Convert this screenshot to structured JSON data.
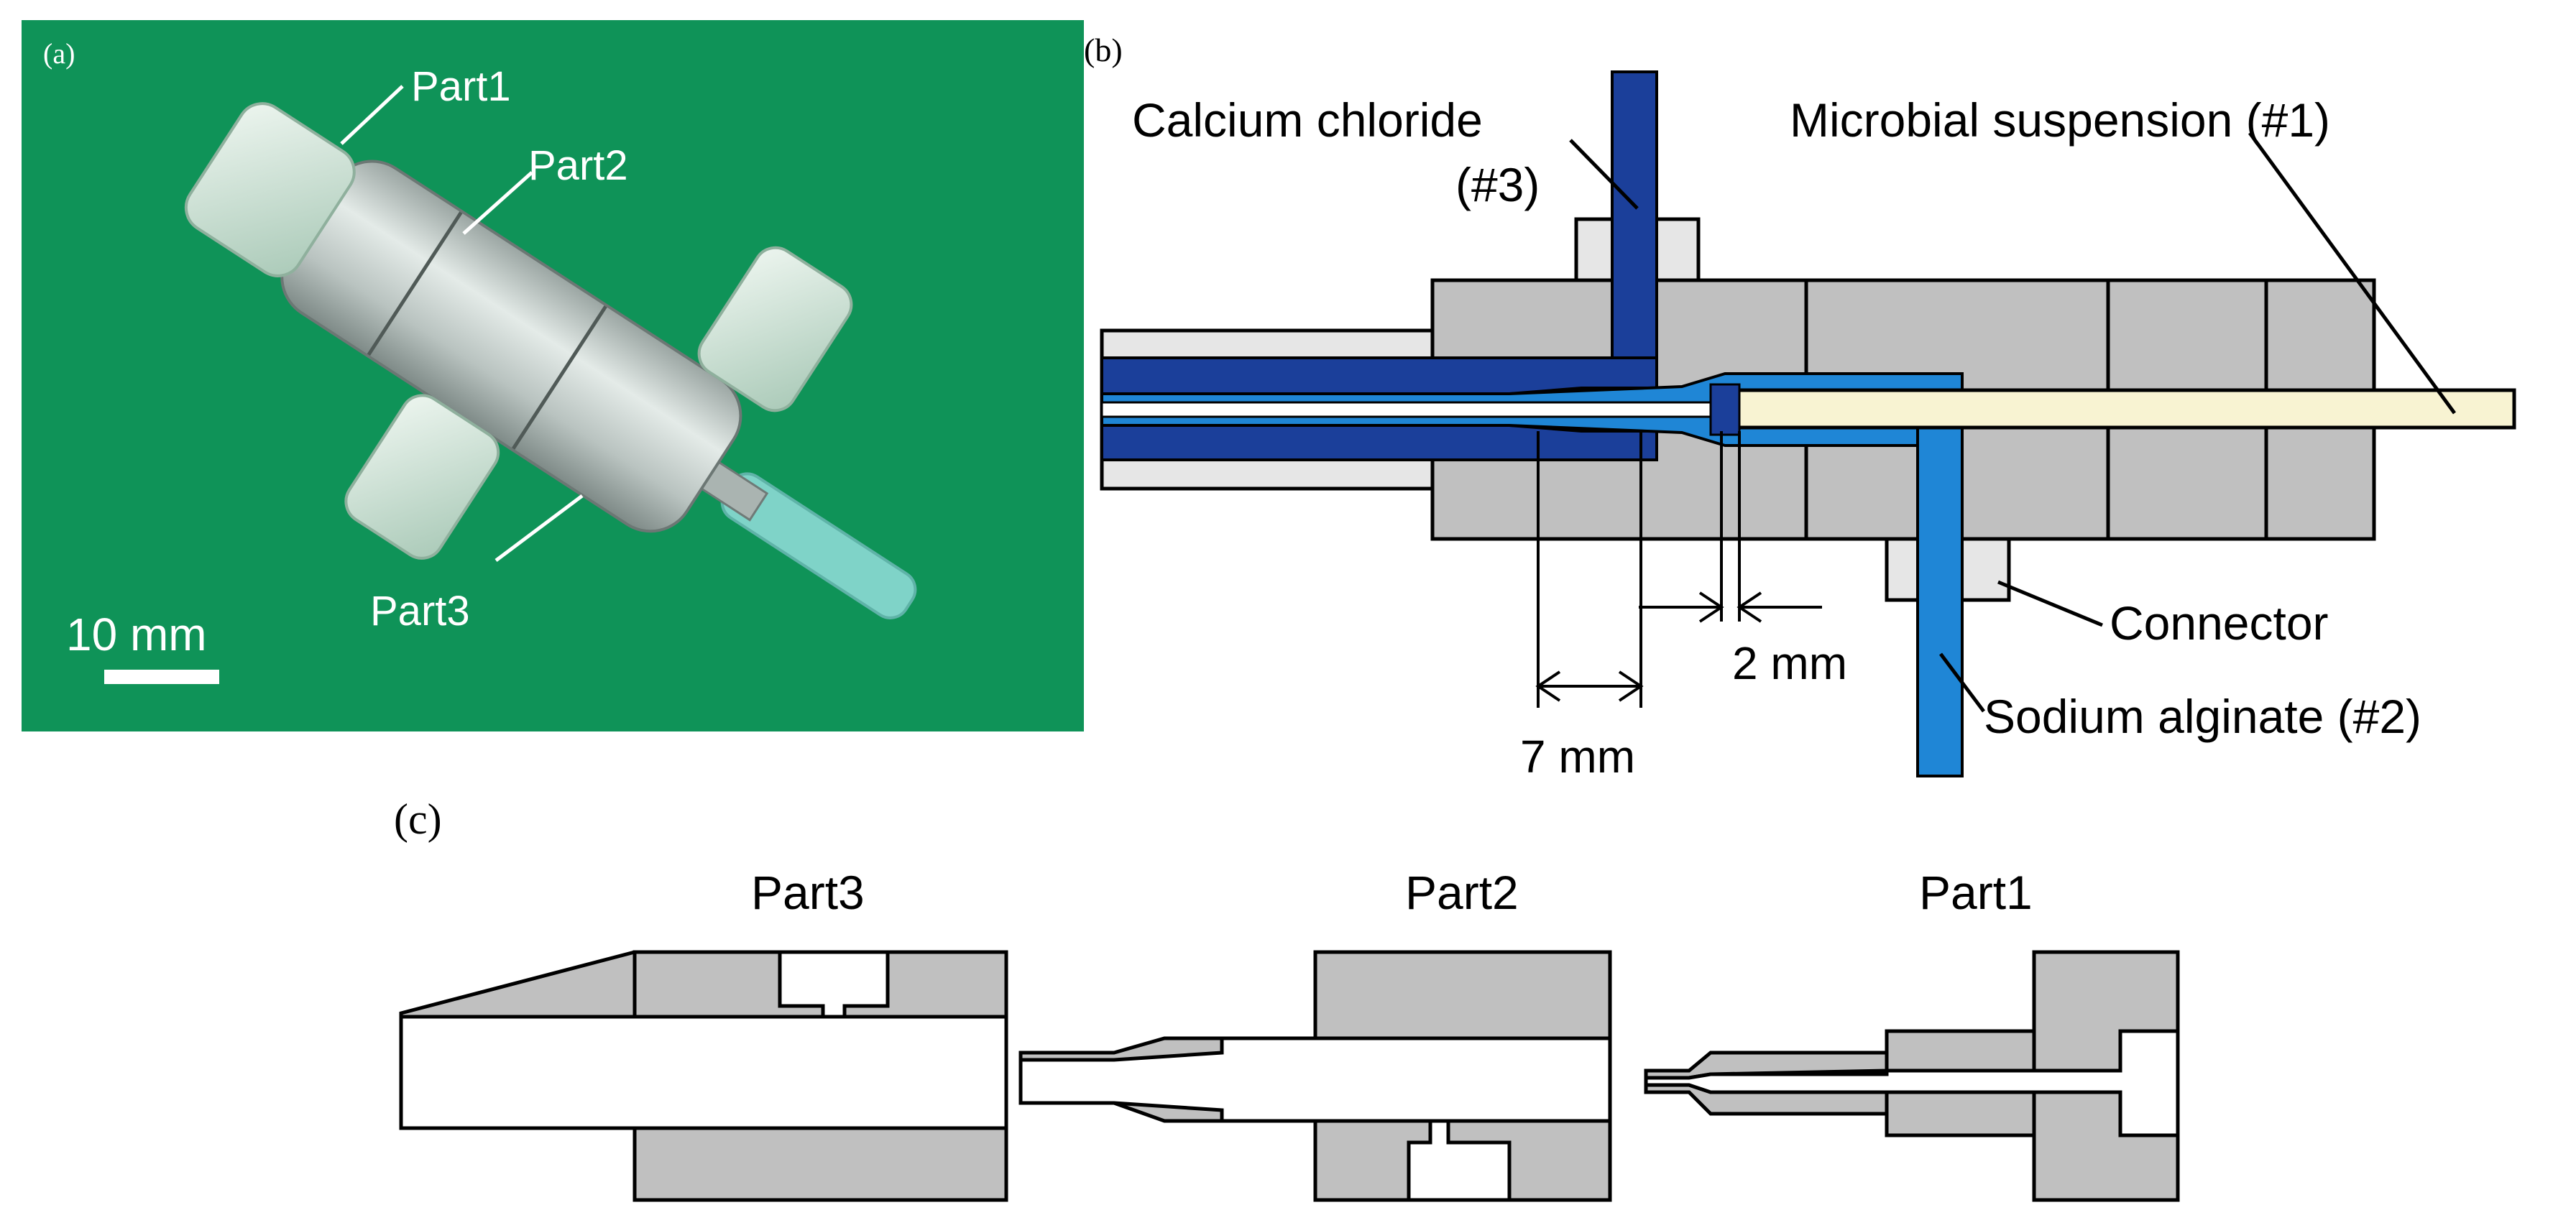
{
  "panel_a": {
    "letter": "(a)",
    "labels": {
      "part1": "Part1",
      "part2": "Part2",
      "part3": "Part3"
    },
    "scale_bar_label": "10 mm",
    "colors": {
      "background": "#0f9358",
      "metal": "#c7cfcc",
      "cap": "#cfe3d6",
      "tube": "#7fd3c8"
    }
  },
  "panel_b": {
    "letter": "(b)",
    "labels": {
      "calcium_line1": "Calcium chloride",
      "calcium_line2": "(#3)",
      "microbial": "Microbial suspension (#1)",
      "connector": "Connector",
      "sodium": "Sodium alginate (#2)",
      "dim_2mm": "2 mm",
      "dim_7mm": "7 mm"
    },
    "colors": {
      "body": "#c0c0c0",
      "connector": "#e6e6e6",
      "calcium": "#1b3f9a",
      "alginate": "#1f86d6",
      "microbial": "#f8f3d2"
    }
  },
  "panel_c": {
    "letter": "(c)",
    "labels": {
      "part3": "Part3",
      "part2": "Part2",
      "part1": "Part1"
    },
    "colors": {
      "body": "#c0c0c0"
    }
  }
}
